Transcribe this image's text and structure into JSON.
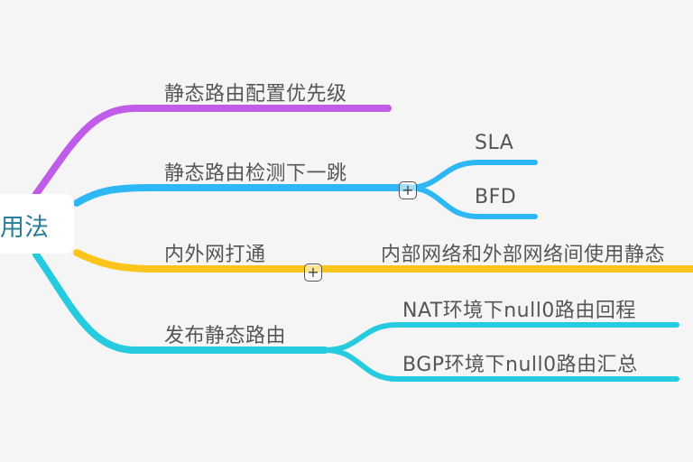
{
  "root": {
    "label": "用法"
  },
  "colors": {
    "purple": "#c05de8",
    "blue": "#2db7f5",
    "yellow": "#fbc51b",
    "cyan": "#26cbe0",
    "root_text": "#2a7d98",
    "text": "#555555"
  },
  "branches": [
    {
      "label": "静态路由配置优先级",
      "color": "purple",
      "children": []
    },
    {
      "label": "静态路由检测下一跳",
      "color": "blue",
      "collapse_icon": "plus-icon",
      "children": [
        {
          "label": "SLA"
        },
        {
          "label": "BFD"
        }
      ]
    },
    {
      "label": "内外网打通",
      "color": "yellow",
      "collapse_icon": "plus-icon",
      "children": [
        {
          "label": "内部网络和外部网络间使用静态"
        }
      ]
    },
    {
      "label": "发布静态路由",
      "color": "cyan",
      "children": [
        {
          "label": "NAT环境下null0路由回程"
        },
        {
          "label": "BGP环境下null0路由汇总"
        }
      ]
    }
  ],
  "icons": {
    "expand": "+"
  }
}
